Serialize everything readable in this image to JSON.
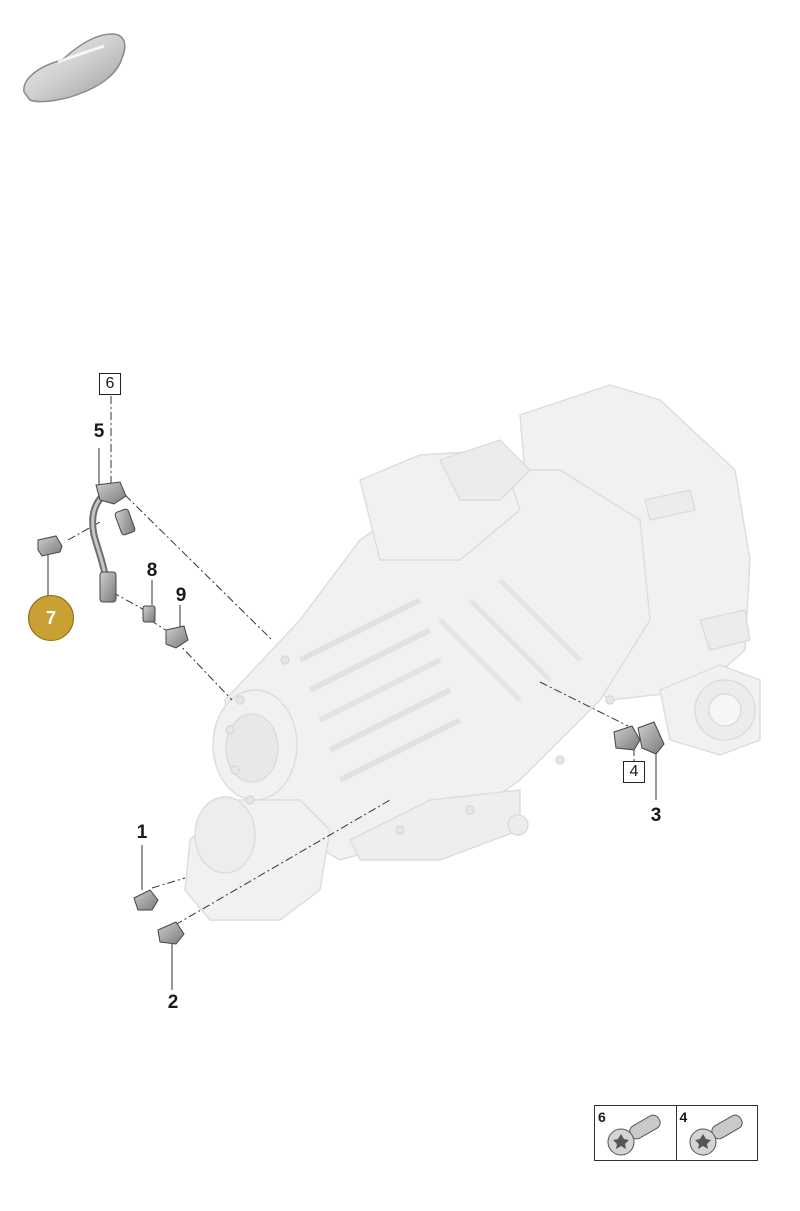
{
  "callouts": {
    "c1": "1",
    "c2": "2",
    "c3": "3",
    "c5": "5",
    "c8": "8",
    "c9": "9"
  },
  "boxed_labels": {
    "b6": "6",
    "b4": "4"
  },
  "badge": {
    "label": "7",
    "color": "#c9a033"
  },
  "legend": {
    "items": [
      {
        "number": "6",
        "icon": "torx-bolt-icon"
      },
      {
        "number": "4",
        "icon": "torx-bolt-icon"
      }
    ]
  },
  "icons": {
    "vehicle": "car-silhouette-icon"
  }
}
